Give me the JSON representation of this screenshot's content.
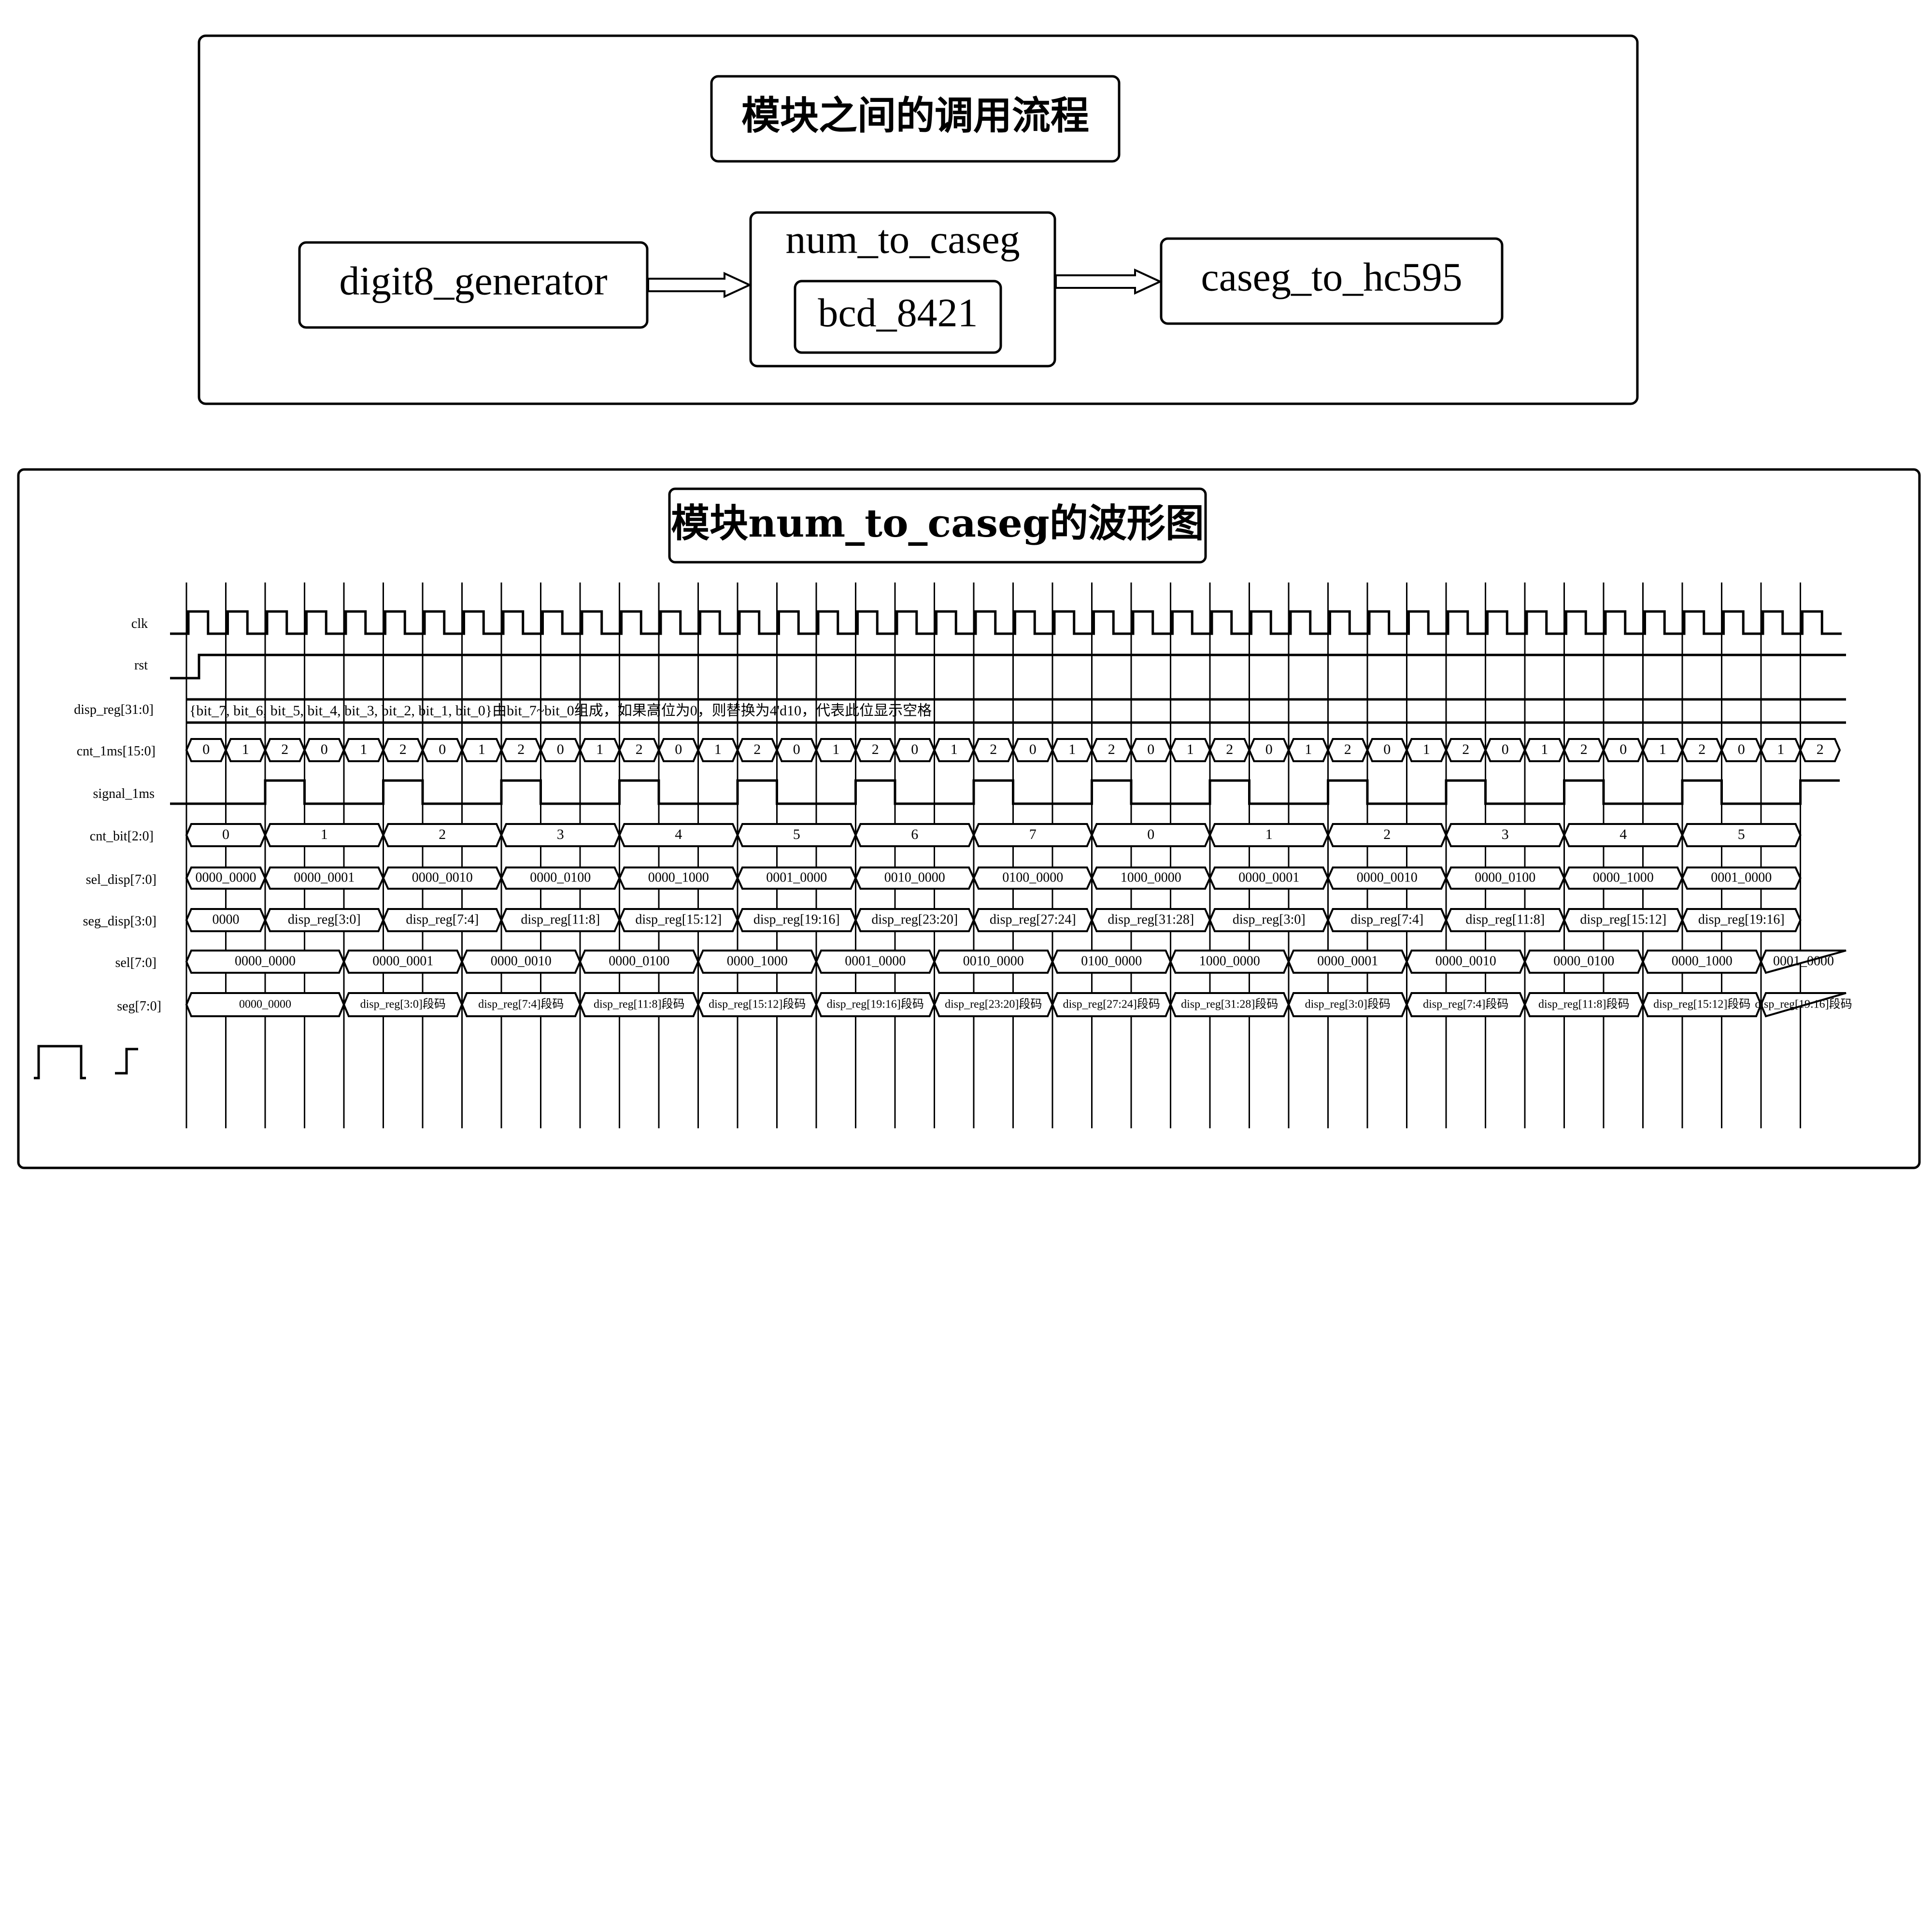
{
  "flow": {
    "title": "模块之间的调用流程",
    "modules": {
      "source": "digit8_generator",
      "middle": "num_to_caseg",
      "inner": "bcd_8421",
      "sink": "caseg_to_hc595"
    }
  },
  "waveform": {
    "title": "模块num_to_caseg的波形图",
    "signals": {
      "clk": "clk",
      "rst": "rst",
      "disp_reg": "disp_reg[31:0]",
      "cnt_1ms": "cnt_1ms[15:0]",
      "signal_1ms": "signal_1ms",
      "cnt_bit": "cnt_bit[2:0]",
      "sel_disp": "sel_disp[7:0]",
      "seg_disp": "seg_disp[3:0]",
      "sel": "sel[7:0]",
      "seg": "seg[7:0]"
    },
    "disp_reg_note": "{bit_7, bit_6, bit_5, bit_4, bit_3, bit_2, bit_1, bit_0}由bit_7~bit_0组成，如果高位为0，则替换为4'd10，代表此位显示空格",
    "cnt_1ms_values": [
      "0",
      "1",
      "2",
      "0",
      "1",
      "2",
      "0",
      "1",
      "2",
      "0",
      "1",
      "2",
      "0",
      "1",
      "2",
      "0",
      "1",
      "2",
      "0",
      "1",
      "2",
      "0",
      "1",
      "2",
      "0",
      "1",
      "2",
      "0",
      "1",
      "2",
      "0",
      "1",
      "2",
      "0",
      "1",
      "2",
      "0",
      "1",
      "2",
      "0",
      "1",
      "2"
    ],
    "signal_1ms_levels": [
      0,
      0,
      1,
      0,
      0,
      1,
      0,
      0,
      1,
      0,
      0,
      1,
      0,
      0,
      1,
      0,
      0,
      1,
      0,
      0,
      1,
      0,
      0,
      1,
      0,
      0,
      1,
      0,
      0,
      1,
      0,
      0,
      1,
      0,
      0,
      1,
      0,
      0,
      1,
      0,
      0,
      1
    ],
    "cnt_bit_values": [
      "0",
      "1",
      "2",
      "3",
      "4",
      "5",
      "6",
      "7",
      "0",
      "1",
      "2",
      "3",
      "4",
      "5"
    ],
    "sel_disp_values": [
      "0000_0000",
      "0000_0001",
      "0000_0010",
      "0000_0100",
      "0000_1000",
      "0001_0000",
      "0010_0000",
      "0100_0000",
      "1000_0000",
      "0000_0001",
      "0000_0010",
      "0000_0100",
      "0000_1000",
      "0001_0000"
    ],
    "seg_disp_values": [
      "0000",
      "disp_reg[3:0]",
      "disp_reg[7:4]",
      "disp_reg[11:8]",
      "disp_reg[15:12]",
      "disp_reg[19:16]",
      "disp_reg[23:20]",
      "disp_reg[27:24]",
      "disp_reg[31:28]",
      "disp_reg[3:0]",
      "disp_reg[7:4]",
      "disp_reg[11:8]",
      "disp_reg[15:12]",
      "disp_reg[19:16]"
    ],
    "sel_values": [
      "0000_0000",
      "0000_0001",
      "0000_0010",
      "0000_0100",
      "0000_1000",
      "0001_0000",
      "0010_0000",
      "0100_0000",
      "1000_0000",
      "0000_0001",
      "0000_0010",
      "0000_0100",
      "0000_1000",
      "0001_0000"
    ],
    "seg_values": [
      "0000_0000",
      "disp_reg[3:0]段码",
      "disp_reg[7:4]段码",
      "disp_reg[11:8]段码",
      "disp_reg[15:12]段码",
      "disp_reg[19:16]段码",
      "disp_reg[23:20]段码",
      "disp_reg[27:24]段码",
      "disp_reg[31:28]段码",
      "disp_reg[3:0]段码",
      "disp_reg[7:4]段码",
      "disp_reg[11:8]段码",
      "disp_reg[15:12]段码",
      "disp_reg[19:16]段码"
    ]
  }
}
